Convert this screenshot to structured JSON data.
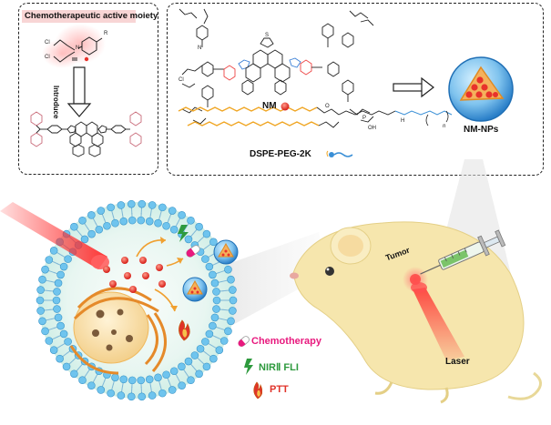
{
  "left_panel": {
    "title": "Chemotherapeutic active moiety",
    "arrow_label": "Introduce",
    "r_label": "R",
    "cl_label": "Cl",
    "n_label": "N"
  },
  "right_panel": {
    "nm_label": "NM",
    "lipid_label": "DSPE-PEG-2K",
    "np_label": "NM-NPs",
    "atom_s": "S",
    "atom_n": "N",
    "atom_cl": "Cl",
    "atom_o": "O",
    "atom_p": "P",
    "atom_oh": "OH",
    "atom_h": "H",
    "sub_n": "n"
  },
  "bottom": {
    "tumor_label": "Tumor",
    "laser_label": "Laser"
  },
  "legend": {
    "items": [
      {
        "label": "Chemotherapy",
        "color": "#e8197e",
        "icon": "capsule-icon"
      },
      {
        "label": "NIRⅡ FLI",
        "color": "#2e9a3e",
        "icon": "lightning-icon"
      },
      {
        "label": "PTT",
        "color": "#e0332a",
        "icon": "flame-icon"
      }
    ]
  },
  "colors": {
    "chemo": "#e8197e",
    "nir": "#2e9a3e",
    "ptt": "#e0332a",
    "lipid_chain": "#f0a624",
    "peg": "#3a8fd6",
    "red_dot": "#e8322b",
    "nanoparticle": "#2f8fd8",
    "mouse": "#f6e6ad"
  }
}
